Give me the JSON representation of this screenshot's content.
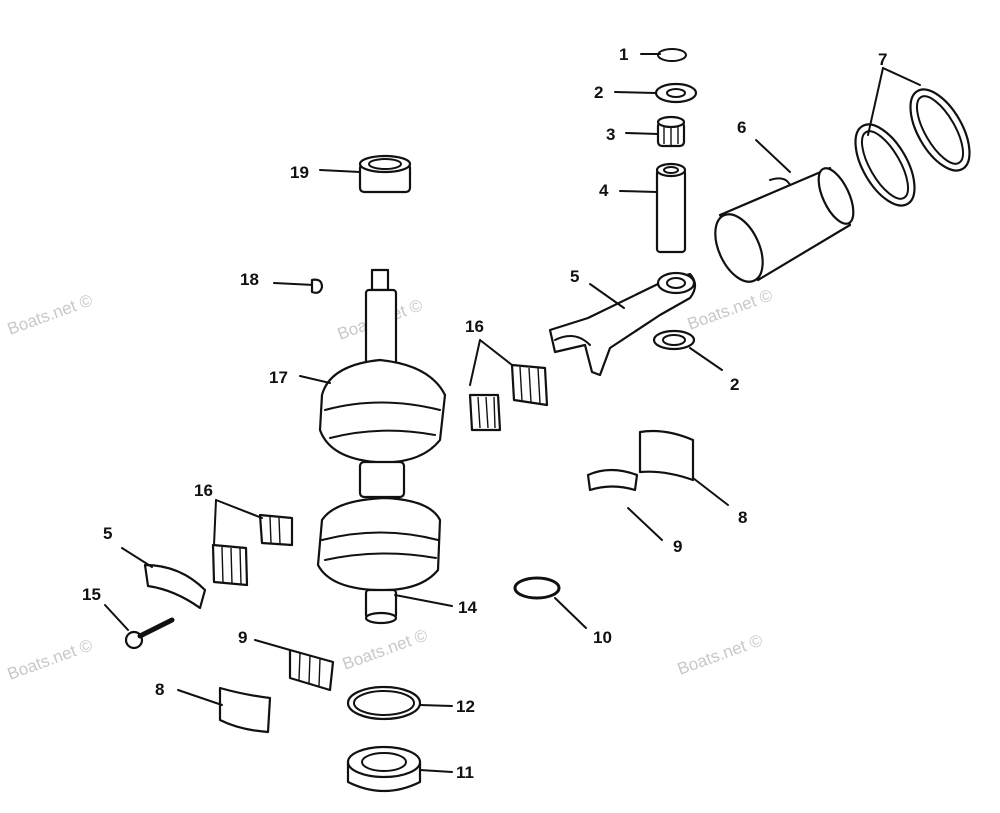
{
  "watermark": "Boats.net ©",
  "callouts": [
    {
      "id": "c1",
      "label": "1"
    },
    {
      "id": "c2a",
      "label": "2"
    },
    {
      "id": "c3",
      "label": "3"
    },
    {
      "id": "c4",
      "label": "4"
    },
    {
      "id": "c5a",
      "label": "5"
    },
    {
      "id": "c6",
      "label": "6"
    },
    {
      "id": "c7",
      "label": "7"
    },
    {
      "id": "c2b",
      "label": "2"
    },
    {
      "id": "c19",
      "label": "19"
    },
    {
      "id": "c18",
      "label": "18"
    },
    {
      "id": "c17",
      "label": "17"
    },
    {
      "id": "c16a",
      "label": "16"
    },
    {
      "id": "c16b",
      "label": "16"
    },
    {
      "id": "c5b",
      "label": "5"
    },
    {
      "id": "c15",
      "label": "15"
    },
    {
      "id": "c14",
      "label": "14"
    },
    {
      "id": "c9a",
      "label": "9"
    },
    {
      "id": "c8a",
      "label": "8"
    },
    {
      "id": "c12",
      "label": "12"
    },
    {
      "id": "c11",
      "label": "11"
    },
    {
      "id": "c10",
      "label": "10"
    },
    {
      "id": "c9b",
      "label": "9"
    },
    {
      "id": "c8b",
      "label": "8"
    }
  ]
}
